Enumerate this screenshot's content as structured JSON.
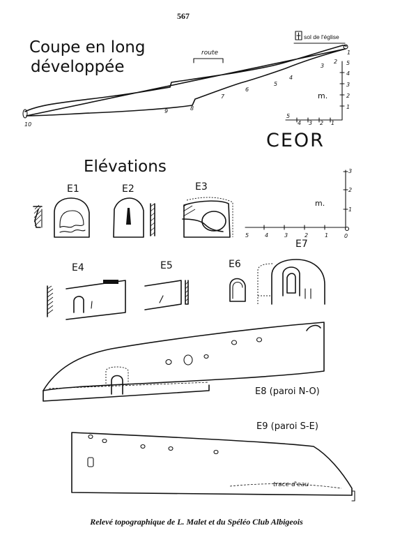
{
  "page_number": "567",
  "section_title_line1": "Coupe en long",
  "section_title_line2": "développée",
  "route_label": "route",
  "church_label": "sol de l'église",
  "cave_name": "CEOR",
  "elevations_title": "Elévations",
  "unit_m": "m.",
  "profile_station_numbers": [
    "10",
    "9",
    "8",
    "7",
    "6",
    "5",
    "4",
    "3",
    "2",
    "1"
  ],
  "scale_vertical": [
    "1",
    "2",
    "3",
    "4",
    "5"
  ],
  "scale_horizontal": [
    "5",
    "4",
    "3",
    "2",
    "1"
  ],
  "scale2_vertical": [
    "1",
    "2",
    "3"
  ],
  "scale2_horizontal": [
    "5",
    "4",
    "3",
    "2",
    "1",
    "0"
  ],
  "elevation_labels": [
    "E1",
    "E2",
    "E3",
    "E4",
    "E5",
    "E6",
    "E7"
  ],
  "e8_label": "E8 (paroi N-O)",
  "e9_label": "E9 (paroi S-E)",
  "water_trace_label": "trace d'eau",
  "caption": "Relevé topographique de L. Malet et du Spéléo Club Albigeois"
}
